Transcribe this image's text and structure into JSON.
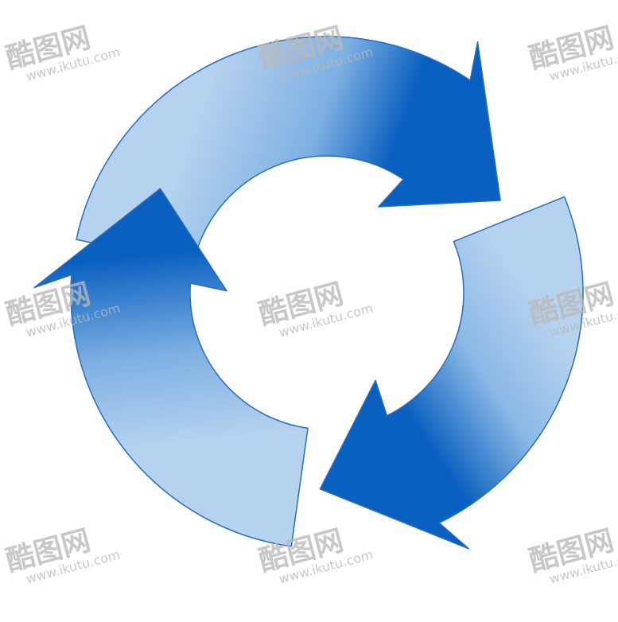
{
  "colors": {
    "ring_light": "#b5d2ef",
    "ring_mid": "#7eb0e3",
    "ring_dark": "#0a60c0",
    "ring_outline": "#2a6cbf",
    "background": "#ffffff",
    "watermark": "#b9b9b9"
  },
  "figure": {
    "kind": "circular three-arrow cycle",
    "arrow_count": 3,
    "direction": "clockwise"
  },
  "watermark": {
    "mark": "酷图网",
    "url": "www.ikutu.com"
  }
}
